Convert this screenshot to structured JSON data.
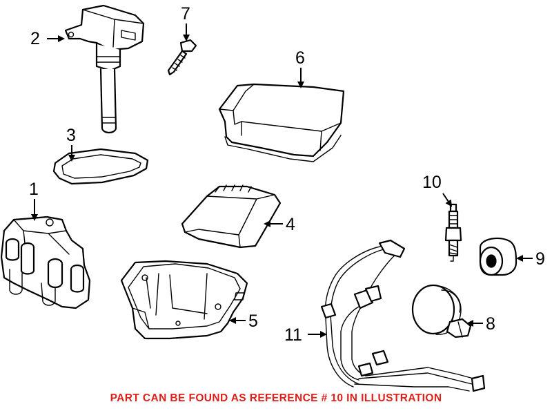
{
  "callouts": {
    "c1": "1",
    "c2": "2",
    "c3": "3",
    "c4": "4",
    "c5": "5",
    "c6": "6",
    "c7": "7",
    "c8": "8",
    "c9": "9",
    "c10": "10",
    "c11": "11"
  },
  "note": {
    "text": "PART CAN BE FOUND AS REFERENCE # 10 IN ILLUSTRATION",
    "color": "#e0201b"
  }
}
